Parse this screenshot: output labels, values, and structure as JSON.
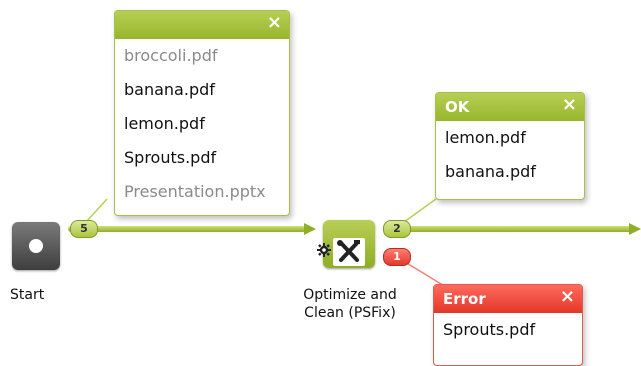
{
  "popup_input": {
    "close": "×",
    "files": [
      {
        "name": "broccoli.pdf",
        "muted": true
      },
      {
        "name": "banana.pdf",
        "muted": false
      },
      {
        "name": "lemon.pdf",
        "muted": false
      },
      {
        "name": "Sprouts.pdf",
        "muted": false
      },
      {
        "name": "Presentation.pptx",
        "muted": true
      }
    ]
  },
  "popup_ok": {
    "title": "OK",
    "close": "×",
    "files": [
      "lemon.pdf",
      "banana.pdf"
    ]
  },
  "popup_error": {
    "title": "Error",
    "close": "×",
    "files": [
      "Sprouts.pdf"
    ]
  },
  "nodes": {
    "start": {
      "label": "Start"
    },
    "psfix": {
      "label_line1": "Optimize and",
      "label_line2": "Clean (PSFix)"
    }
  },
  "badges": {
    "input_count": "5",
    "ok_count": "2",
    "error_count": "1"
  },
  "icons": {
    "psfix_tool": "wrench-screwdriver-icon",
    "settings": "gear-icon",
    "start": "start-circle-icon"
  },
  "colors": {
    "flow_green": "#97b52c",
    "error_red": "#e3372a"
  }
}
